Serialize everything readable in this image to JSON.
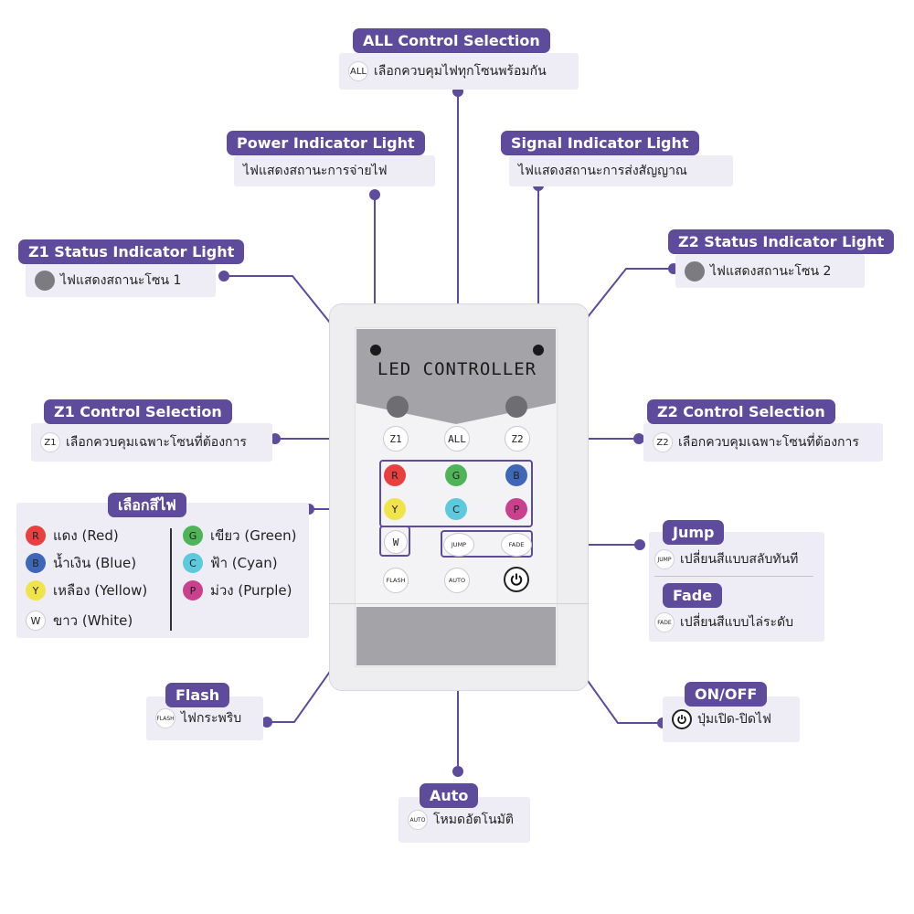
{
  "device": {
    "title": "LED CONTROLLER",
    "buttons": {
      "z1": "Z1",
      "all": "ALL",
      "z2": "Z2",
      "white": "W",
      "jump": "JUMP",
      "fade": "FADE",
      "flash": "FLASH",
      "auto": "AUTO"
    },
    "color_buttons": [
      {
        "letter": "R",
        "color": "#e8403f"
      },
      {
        "letter": "G",
        "color": "#4fb457"
      },
      {
        "letter": "B",
        "color": "#3f67b7"
      },
      {
        "letter": "Y",
        "color": "#f1e34a"
      },
      {
        "letter": "C",
        "color": "#5cc9dc"
      },
      {
        "letter": "P",
        "color": "#c9418c"
      }
    ],
    "icons": {
      "power": "power-icon"
    }
  },
  "callouts": {
    "all_control": {
      "title": "ALL Control Selection",
      "icon_text": "ALL",
      "desc": "เลือกควบคุมไฟทุกโซนพร้อมกัน"
    },
    "power_indicator": {
      "title": "Power Indicator Light",
      "desc": "ไฟแสดงสถานะการจ่ายไฟ"
    },
    "signal_indicator": {
      "title": "Signal Indicator Light",
      "desc": "ไฟแสดงสถานะการส่งสัญญาณ"
    },
    "z1_status": {
      "title": "Z1 Status Indicator Light",
      "desc": "ไฟแสดงสถานะโซน 1"
    },
    "z2_status": {
      "title": "Z2 Status Indicator Light",
      "desc": "ไฟแสดงสถานะโซน 2"
    },
    "z1_control": {
      "title": "Z1 Control Selection",
      "icon_text": "Z1",
      "desc": "เลือกควบคุมเฉพาะโซนที่ต้องการ"
    },
    "z2_control": {
      "title": "Z2 Control Selection",
      "icon_text": "Z2",
      "desc": "เลือกควบคุมเฉพาะโซนที่ต้องการ"
    },
    "jump": {
      "title": "Jump",
      "icon_text": "JUMP",
      "desc": "เปลี่ยนสีแบบสลับทันที"
    },
    "fade": {
      "title": "Fade",
      "icon_text": "FADE",
      "desc": "เปลี่ยนสีแบบไล่ระดับ"
    },
    "flash": {
      "title": "Flash",
      "icon_text": "FLASH",
      "desc": "ไฟกระพริบ"
    },
    "auto": {
      "title": "Auto",
      "icon_text": "AUTO",
      "desc": "โหมดอัตโนมัติ"
    },
    "onoff": {
      "title": "ON/OFF",
      "desc": "ปุ่มเปิด-ปิดไฟ"
    }
  },
  "color_legend": {
    "title": "เลือกสีไฟ",
    "items": [
      {
        "letter": "R",
        "label": "แดง (Red)",
        "color": "#e8403f"
      },
      {
        "letter": "B",
        "label": "น้ำเงิน (Blue)",
        "color": "#3f67b7"
      },
      {
        "letter": "Y",
        "label": "เหลือง (Yellow)",
        "color": "#f1e34a"
      },
      {
        "letter": "W",
        "label": "ขาว (White)",
        "color": "#ffffff"
      },
      {
        "letter": "G",
        "label": "เขียว (Green)",
        "color": "#4fb457"
      },
      {
        "letter": "C",
        "label": "ฟ้า (Cyan)",
        "color": "#5cc9dc"
      },
      {
        "letter": "P",
        "label": "ม่วง (Purple)",
        "color": "#c9418c"
      }
    ]
  },
  "colors": {
    "accent": "#5e4b9c",
    "callout_bg": "#eeedf5"
  }
}
